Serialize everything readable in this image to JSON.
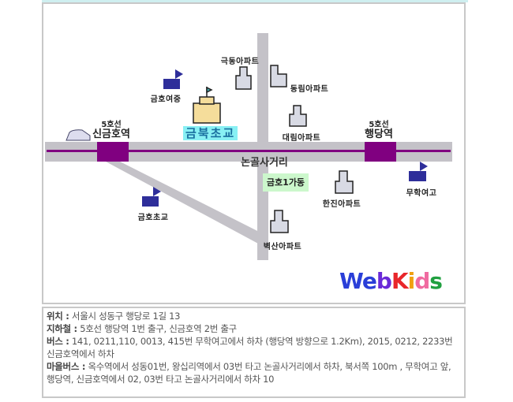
{
  "map": {
    "stations": [
      {
        "line": "5호선",
        "name": "신금호역"
      },
      {
        "line": "5호선",
        "name": "행당역"
      }
    ],
    "school_main": "금북초교",
    "road_name": "논골사거리",
    "district": "금호1가동",
    "landmarks": {
      "geukdong": "극동아파트",
      "donglim": "동림아파트",
      "daelim": "대림아파트",
      "hanjin": "한진아파트",
      "byeoksan": "벽산아파트",
      "geumho_middle": "금호여중",
      "geumho_elem": "금호초교",
      "muhak": "무학여고"
    },
    "colors": {
      "road": "#c4c2c8",
      "subway": "#800080",
      "flag": "#2e2e9a",
      "school_bg": "#88f0f4",
      "district_bg": "#ccf7cc"
    }
  },
  "info": {
    "address_label": "위치 :",
    "address": " 서울시 성동구 행당로 1길 13",
    "subway_label": "지하철 :",
    "subway": " 5호선 행당역 1번 출구, 신금호역 2번 출구",
    "bus_label": "버스 :",
    "bus": " 141, 0211,110, 0013, 415번 무학여고에서 하차 (행당역 방향으로 1.2Km), 2015, 0212, 2233번 신금호역에서 하차",
    "village_bus_label": "마을버스 :",
    "village_bus": " 옥수역에서 성동01번,  왕십리역에서 03번 타고 논골사거리에서 하차, 북서쪽 100m , 무학여고 앞, 행당역, 신금호역에서 02, 03번 타고 논골사거리에서 하차 10"
  },
  "logo": {
    "text": "WebKids"
  }
}
